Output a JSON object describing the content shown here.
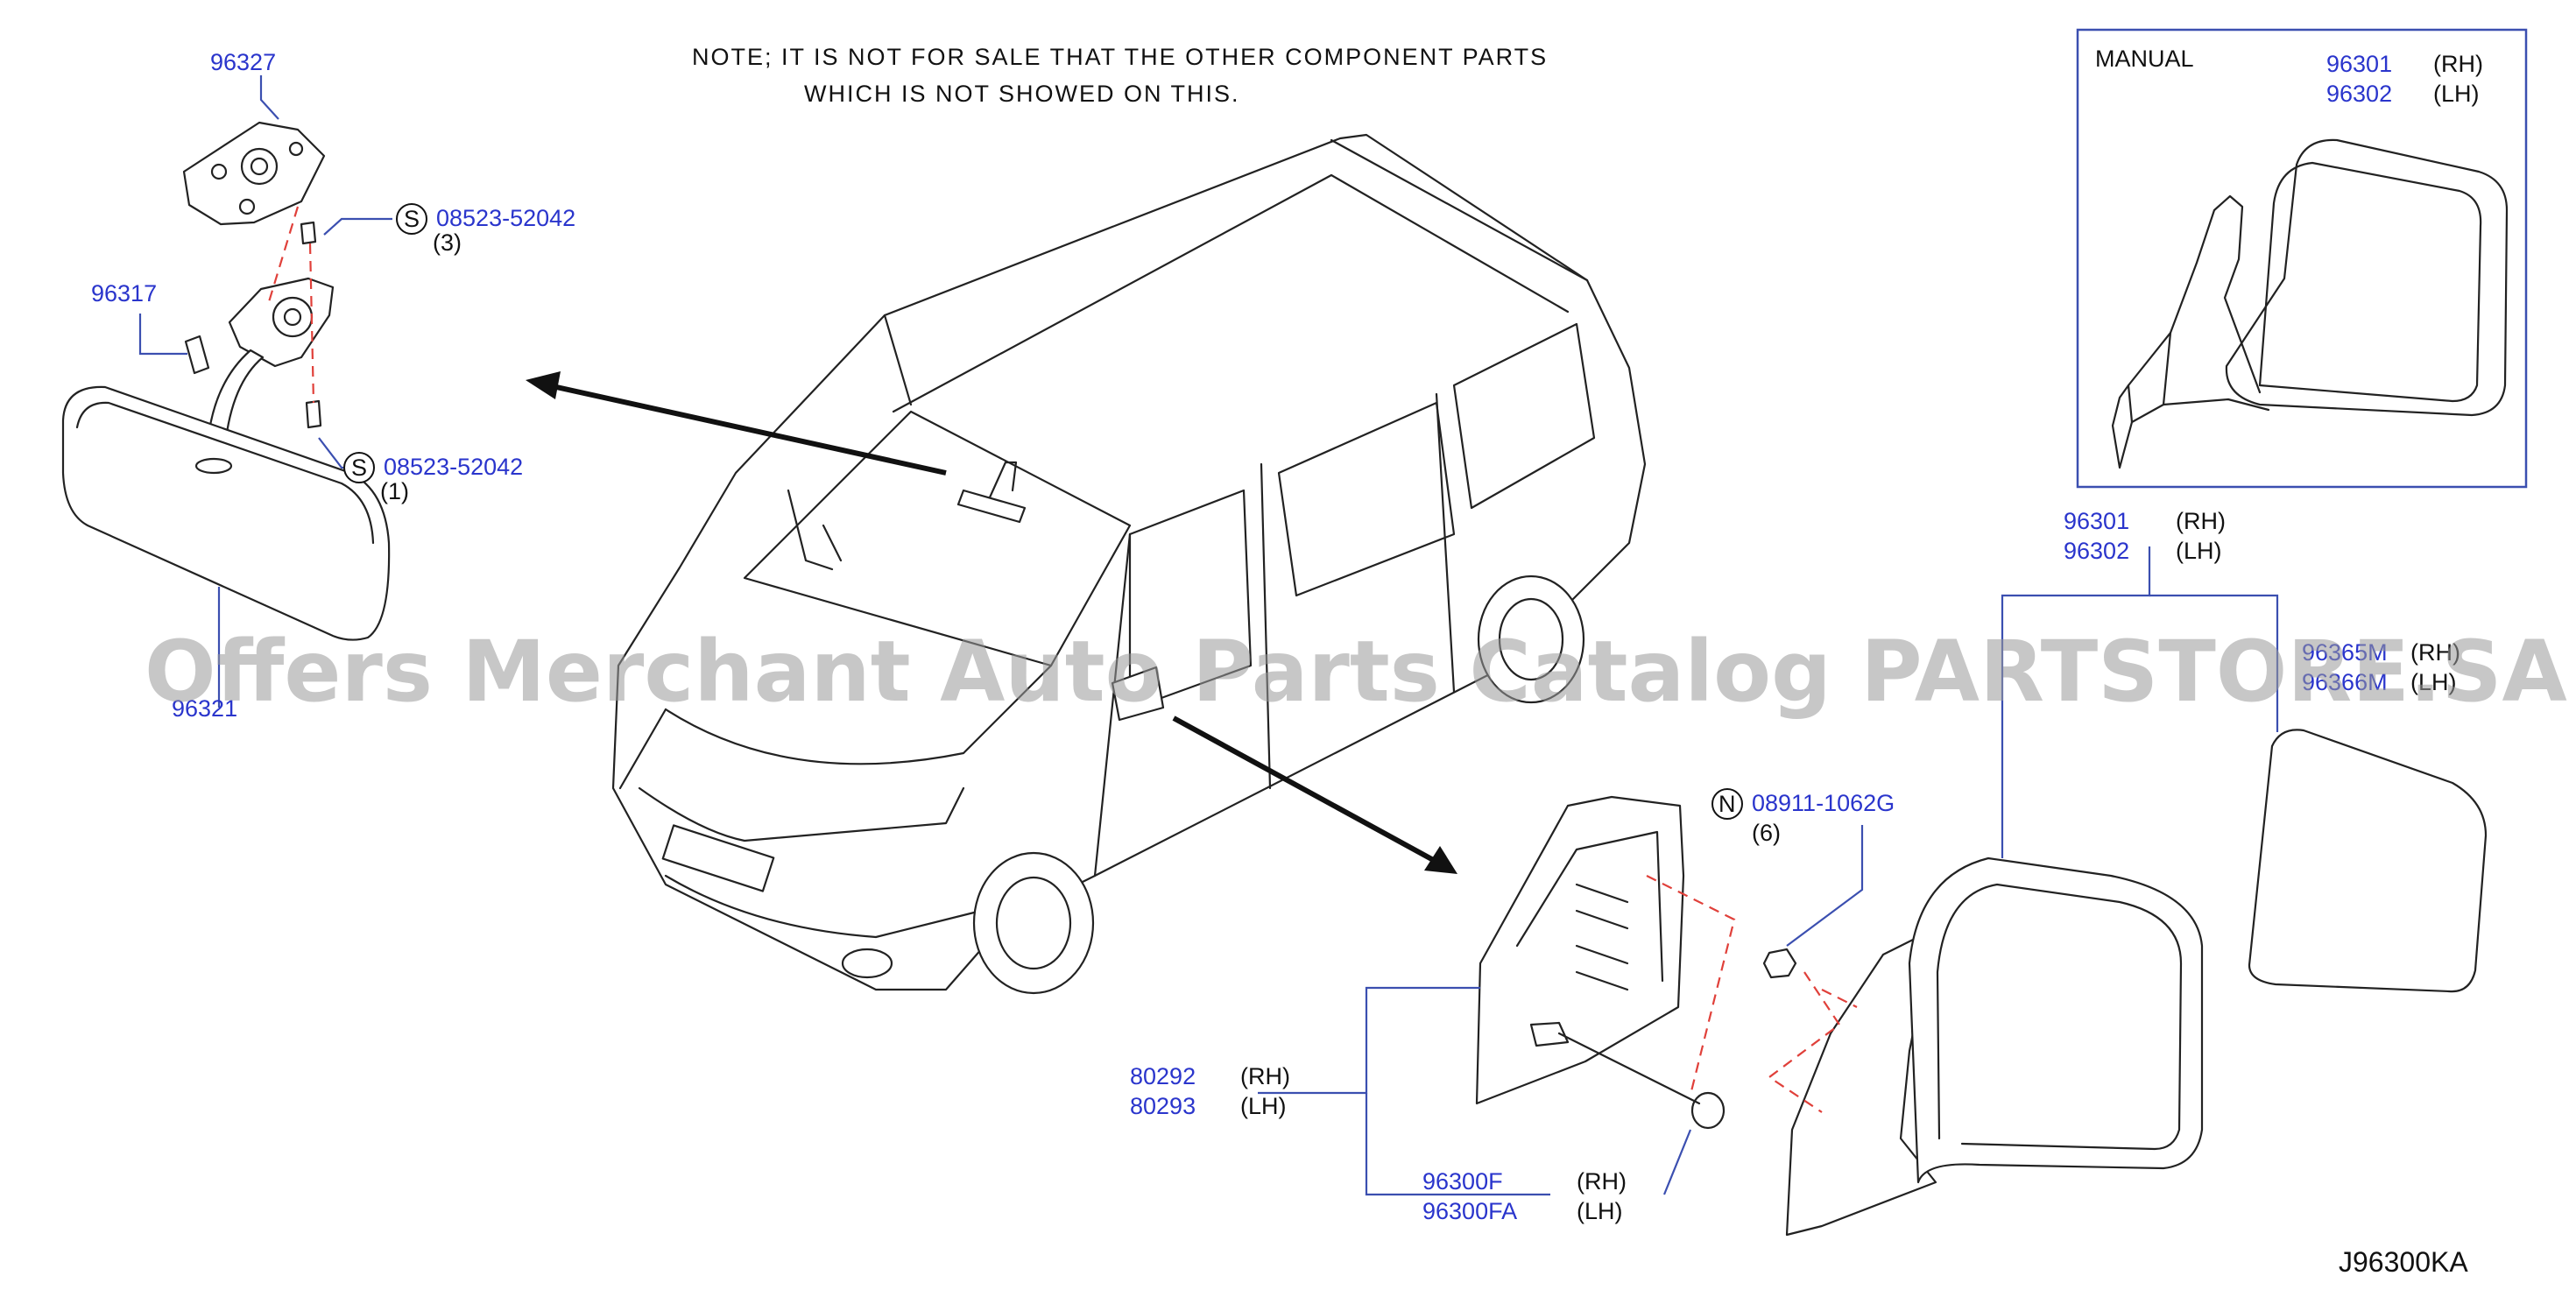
{
  "note": {
    "line1": "NOTE; IT IS NOT FOR SALE THAT THE OTHER COMPONENT PARTS",
    "line2": "WHICH IS NOT SHOWED ON THIS."
  },
  "watermark": "Offers Merchant Auto Parts Catalog PARTSTORE.SA",
  "diagram_code": "J96300KA",
  "inset": {
    "title": "MANUAL",
    "part_a": "96301",
    "part_a_side": "(RH)",
    "part_b": "96302",
    "part_b_side": "(LH)"
  },
  "parts": {
    "p96327": "96327",
    "bolt_top": "08523-52042",
    "bolt_top_symbol": "S",
    "bolt_top_qty": "(3)",
    "p96317": "96317",
    "bolt_bottom": "08523-52042",
    "bolt_bottom_symbol": "S",
    "bolt_bottom_qty": "(1)",
    "p96321": "96321",
    "mirror_rh": "96301",
    "mirror_rh_side": "(RH)",
    "mirror_lh": "96302",
    "mirror_lh_side": "(LH)",
    "glass_rh": "96365M",
    "glass_rh_side": "(RH)",
    "glass_lh": "96366M",
    "glass_lh_side": "(LH)",
    "nut": "08911-1062G",
    "nut_symbol": "N",
    "nut_qty": "(6)",
    "finisher_rh": "80292",
    "finisher_rh_side": "(RH)",
    "finisher_lh": "80293",
    "finisher_lh_side": "(LH)",
    "clip_rh": "96300F",
    "clip_rh_side": "(RH)",
    "clip_lh": "96300FA",
    "clip_lh_side": "(LH)"
  }
}
